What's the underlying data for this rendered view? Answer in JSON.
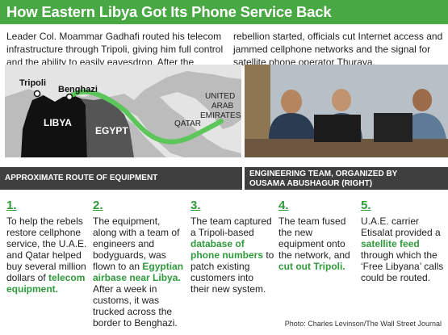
{
  "header": {
    "title": "How Eastern Libya Got Its Phone Service Back"
  },
  "intro": {
    "left": "Leader Col. Moammar Gadhafi routed his telecom infrastructure through Tripoli, giving him full control and the ability to easily eavesdrop. After the",
    "right": "rebellion started, officials cut Internet access and jammed cellphone networks and the signal for satellite phone operator Thuraya."
  },
  "map": {
    "labels": {
      "tripoli": "Tripoli",
      "benghazi": "Benghazi",
      "libya": "LIBYA",
      "egypt": "EGYPT",
      "qatar": "QATAR",
      "uae_1": "UNITED",
      "uae_2": "ARAB",
      "uae_3": "EMIRATES"
    },
    "colors": {
      "route": "#5cc65a",
      "libya": "#111111",
      "egypt": "#555555",
      "land": "#bcbcbc",
      "sea": "#e4e4e4"
    }
  },
  "captions": {
    "map": "APPROXIMATE ROUTE OF EQUIPMENT",
    "photo_line1": "ENGINEERING TEAM, ORGANIZED BY",
    "photo_line2": "OUSAMA ABUSHAGUR (RIGHT)"
  },
  "steps": [
    {
      "num": "1.",
      "a": "To help the rebels restore cellphone service, the U.A.E. and Qatar helped buy several million dollars of ",
      "hl": "telecom equipment.",
      "b": ""
    },
    {
      "num": "2.",
      "a": "The equipment, along with a team of engineers and bodyguards, was flown to an ",
      "hl": "Egyptian airbase near Libya.",
      "b": " After a week in customs, it was trucked across the border to Benghazi."
    },
    {
      "num": "3.",
      "a": "The team captured a Tripoli-based ",
      "hl": "database of phone numbers",
      "b": " to patch existing customers into their new system."
    },
    {
      "num": "4.",
      "a": "The team fused the new equipment onto the network, and ",
      "hl": "cut out Tripoli.",
      "b": ""
    },
    {
      "num": "5.",
      "a": "U.A.E. carrier Etisalat provided a ",
      "hl": "satellite feed",
      "b": " through which the ‘Free Libyana’ calls could be routed."
    }
  ],
  "credit": "Photo: Charles Levinson/The Wall Street Journal"
}
